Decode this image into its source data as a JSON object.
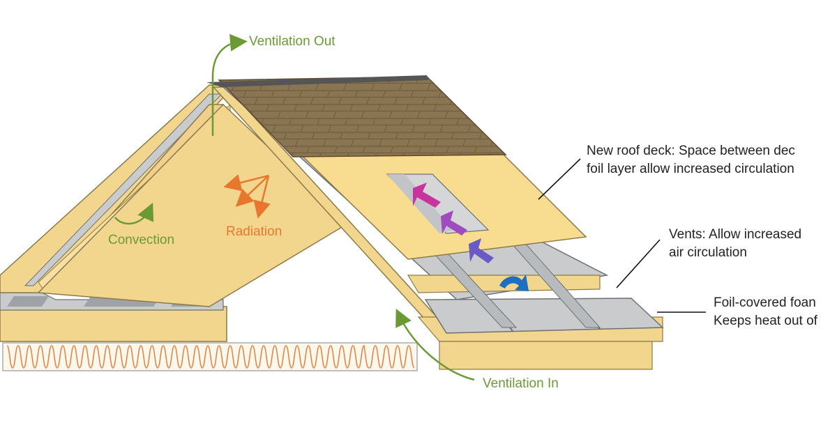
{
  "labels": {
    "ventilation_out": "Ventilation Out",
    "ventilation_in": "Ventilation In",
    "convection": "Convection",
    "radiation": "Radiation",
    "roof_deck_line1": "New roof deck: Space between dec",
    "roof_deck_line2": "foil layer allow increased circulation",
    "vents_line1": "Vents: Allow increased",
    "vents_line2": "air circulation",
    "foil_line1": "Foil-covered foan",
    "foil_line2": "Keeps heat out of"
  },
  "colors": {
    "green": "#6b9a34",
    "orange": "#e8772e",
    "wood": "#f3d68d",
    "foil": "#c9cbcd",
    "shingle": "#8a7552",
    "insulation": "#e2864e"
  }
}
